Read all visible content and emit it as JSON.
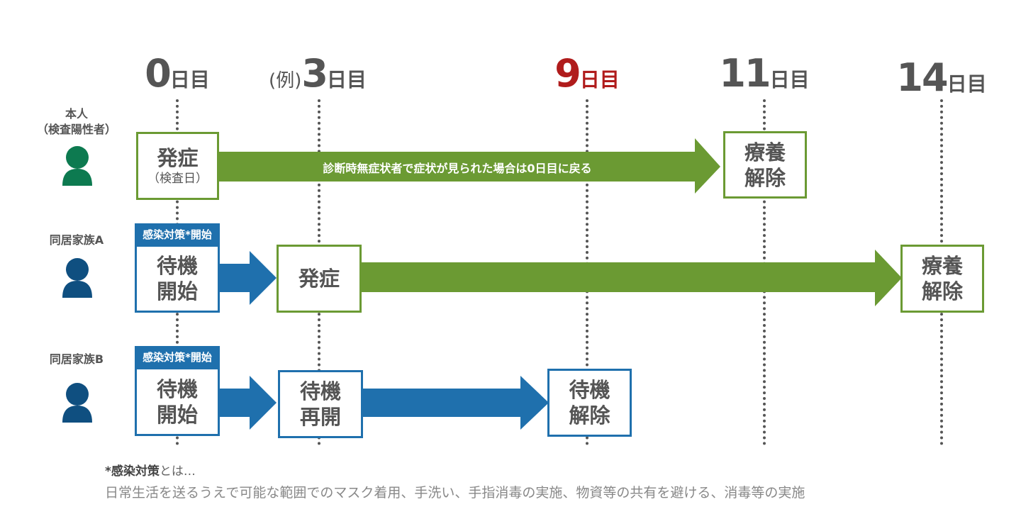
{
  "days": [
    {
      "num": "0",
      "suffix": "日目",
      "prefix": "",
      "color": "#555555"
    },
    {
      "num": "3",
      "suffix": "日目",
      "prefix": "(例)",
      "color": "#555555"
    },
    {
      "num": "9",
      "suffix": "日目",
      "prefix": "",
      "color": "#b01c1c"
    },
    {
      "num": "11",
      "suffix": "日目",
      "prefix": "",
      "color": "#555555"
    },
    {
      "num": "14",
      "suffix": "日目",
      "prefix": "",
      "color": "#555555"
    }
  ],
  "rows": {
    "patient": {
      "label": "本人",
      "sublabel": "（検査陽性者）",
      "icon": "person-icon",
      "icon_color": "#0d7a50",
      "onset_box": {
        "title": "発症",
        "sub": "（検査日）"
      },
      "arrow_text": "診断時無症状者で症状が見られた場合は0日目に戻る",
      "end_box": {
        "line1": "療養",
        "line2": "解除"
      }
    },
    "family_a": {
      "label": "同居家族A",
      "icon": "person-icon",
      "icon_color": "#0f4f80",
      "tag": "感染対策*開始",
      "start_box": {
        "line1": "待機",
        "line2": "開始"
      },
      "onset_box": {
        "title": "発症"
      },
      "end_box": {
        "line1": "療養",
        "line2": "解除"
      }
    },
    "family_b": {
      "label": "同居家族B",
      "icon": "person-icon",
      "icon_color": "#0f4f80",
      "tag": "感染対策*開始",
      "start_box": {
        "line1": "待機",
        "line2": "開始"
      },
      "resume_box": {
        "line1": "待機",
        "line2": "再開"
      },
      "end_box": {
        "line1": "待機",
        "line2": "解除"
      }
    }
  },
  "colors": {
    "green": "#6b9a33",
    "blue": "#1f70ad"
  },
  "footnote": {
    "term": "*感染対策",
    "term_suffix": "とは…",
    "text": "日常生活を送るうえで可能な範囲でのマスク着用、手洗い、手指消毒の実施、物資等の共有を避ける、消毒等の実施"
  }
}
